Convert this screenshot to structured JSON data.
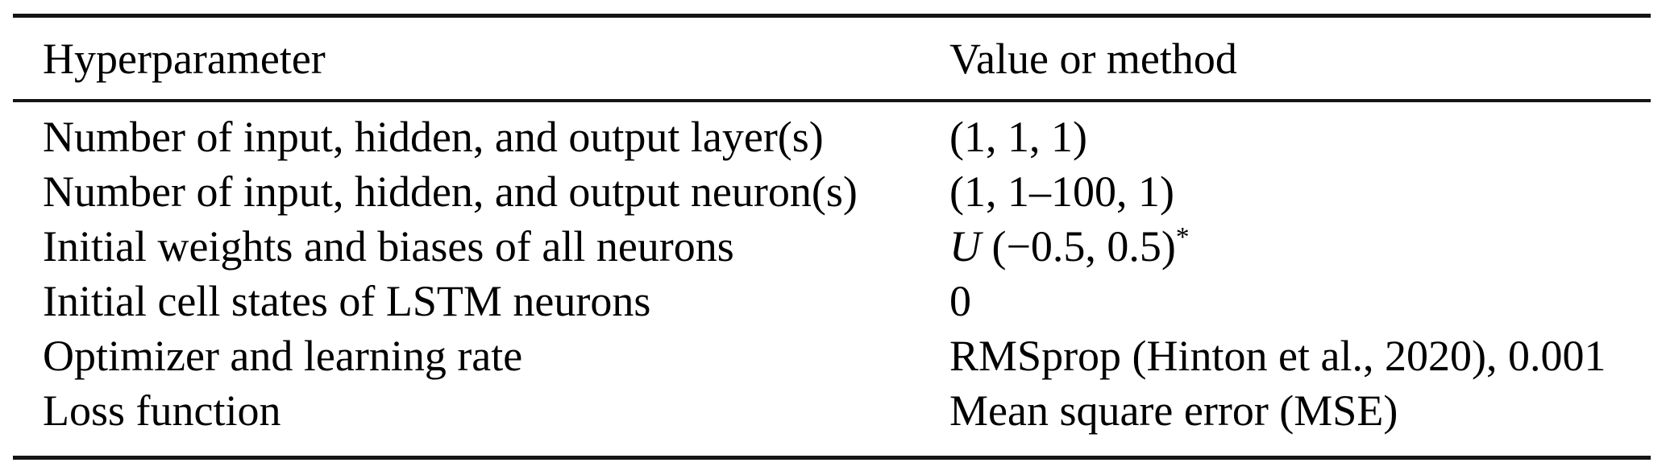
{
  "table": {
    "name": "hyperparameter-table",
    "columns": [
      "Hyperparameter",
      "Value or method"
    ],
    "rows": [
      {
        "hyperparameter": "Number of input, hidden, and output layer(s)",
        "value": "(1, 1, 1)",
        "value_segments": [
          {
            "text": "(1, 1, 1)"
          }
        ]
      },
      {
        "hyperparameter": "Number of input, hidden, and output neuron(s)",
        "value": "(1, 1–100, 1)",
        "value_segments": [
          {
            "text": "(1, 1–100, 1)"
          }
        ]
      },
      {
        "hyperparameter": "Initial weights and biases of all neurons",
        "value": "U (−0.5, 0.5)*",
        "value_segments": [
          {
            "text": "U",
            "style": "italic"
          },
          {
            "text": " (−0.5, 0.5)"
          },
          {
            "text": "*",
            "style": "superscript"
          }
        ]
      },
      {
        "hyperparameter": "Initial cell states of LSTM neurons",
        "value": "0",
        "value_segments": [
          {
            "text": "0"
          }
        ]
      },
      {
        "hyperparameter": "Optimizer and learning rate",
        "value": "RMSprop (Hinton et al., 2020), 0.001",
        "value_segments": [
          {
            "text": "RMSprop (Hinton et al., 2020), 0.001"
          }
        ]
      },
      {
        "hyperparameter": "Loss function",
        "value": "Mean square error (MSE)",
        "value_segments": [
          {
            "text": "Mean square error (MSE)"
          }
        ]
      }
    ]
  },
  "colors": {
    "text": "#000000",
    "rule": "#151515",
    "background": "#ffffff"
  }
}
